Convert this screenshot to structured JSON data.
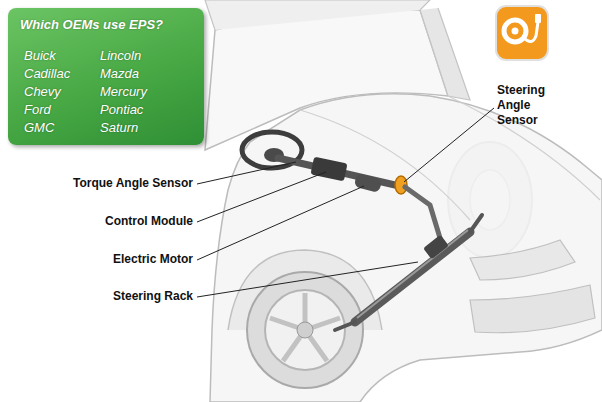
{
  "diagram": {
    "nodes": [
      {
        "text": [
          "Which OEMs use EPS?",
          "Buick",
          "Cadillac",
          "Chevy",
          "Ford",
          "GMC",
          "Lincoln",
          "Mazda",
          "Mercury",
          "Pontiac",
          "Saturn"
        ]
      }
    ],
    "labels": [
      "Steering Angle Sensor",
      "Torque Angle Sensor",
      "Control Module",
      "Electric Motor",
      "Steering Rack"
    ]
  }
}
